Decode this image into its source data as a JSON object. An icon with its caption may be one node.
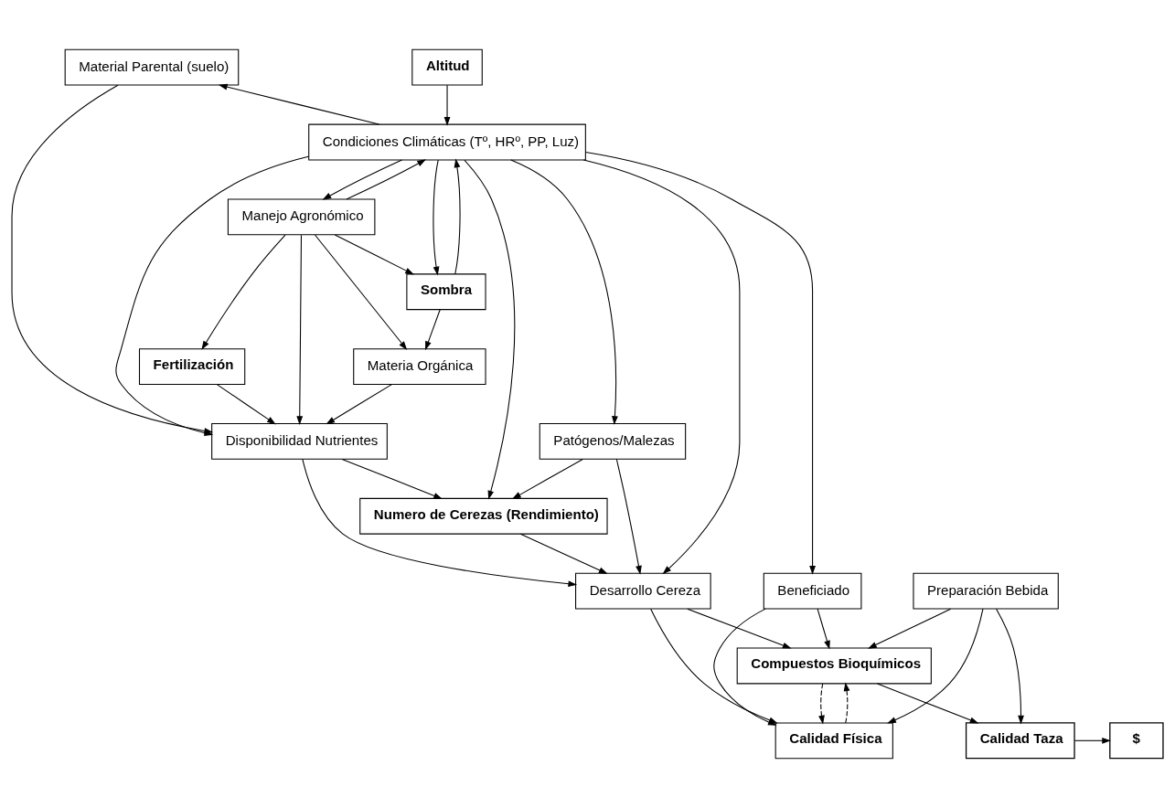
{
  "diagram": {
    "nodes": [
      {
        "text": [
          "Altitud"
        ]
      },
      {
        "text": [
          "Material Parental (suelo)"
        ]
      },
      {
        "text": [
          "Manejo Agronómico"
        ]
      },
      {
        "text": [
          "Sombra"
        ]
      },
      {
        "text": [
          "Materia Orgánica"
        ]
      },
      {
        "text": [
          "Fertilización"
        ]
      },
      {
        "text": [
          "Condiciones Climáticas (Tº, HRº, PP, Luz)"
        ]
      },
      {
        "text": [
          "Disponibilidad Nutrientes"
        ]
      },
      {
        "text": [
          "Beneficiado"
        ]
      },
      {
        "text": [
          "Patógenos/Malezas"
        ]
      },
      {
        "text": [
          "Desarrollo Cereza"
        ]
      },
      {
        "text": [
          "Numero de Cerezas (Rendimiento)"
        ]
      },
      {
        "text": [
          "Compuestos Bioquímicos"
        ]
      },
      {
        "text": [
          "Preparación Bebida"
        ]
      },
      {
        "text": [
          "Calidad Taza"
        ]
      },
      {
        "text": [
          "$"
        ]
      },
      {
        "text": [
          "Calidad Física"
        ]
      }
    ],
    "edges": [
      {
        "from": 0,
        "to": 6,
        "arrow": "to"
      },
      {
        "from": 6,
        "to": 1,
        "arrow": "to"
      },
      {
        "from": 6,
        "to": 2,
        "arrow": "to"
      },
      {
        "from": 2,
        "to": 6,
        "arrow": "to"
      },
      {
        "from": 2,
        "to": 3,
        "arrow": "to"
      },
      {
        "from": 2,
        "to": 4,
        "arrow": "to"
      },
      {
        "from": 2,
        "to": 7,
        "arrow": "to"
      },
      {
        "from": 2,
        "to": 5,
        "arrow": "to"
      },
      {
        "from": 3,
        "to": 4,
        "arrow": "to"
      },
      {
        "from": 6,
        "to": 3,
        "arrow": "to"
      },
      {
        "from": 3,
        "to": 6,
        "arrow": "to"
      },
      {
        "from": 4,
        "to": 7,
        "arrow": "to"
      },
      {
        "from": 5,
        "to": 7,
        "arrow": "to"
      },
      {
        "from": 1,
        "to": 7,
        "arrow": "to"
      },
      {
        "from": 6,
        "to": 7,
        "arrow": "to"
      },
      {
        "from": 6,
        "to": 8,
        "arrow": "to"
      },
      {
        "from": 6,
        "to": 9,
        "arrow": "to"
      },
      {
        "from": 6,
        "to": 10,
        "arrow": "to"
      },
      {
        "from": 6,
        "to": 11,
        "arrow": "to"
      },
      {
        "from": 9,
        "to": 10,
        "arrow": "to"
      },
      {
        "from": 9,
        "to": 11,
        "arrow": "to"
      },
      {
        "from": 7,
        "to": 10,
        "arrow": "to"
      },
      {
        "from": 7,
        "to": 11,
        "arrow": "to"
      },
      {
        "from": 11,
        "to": 10,
        "arrow": "to"
      },
      {
        "from": 10,
        "to": 12,
        "arrow": "to"
      },
      {
        "from": 10,
        "to": 16,
        "arrow": "to"
      },
      {
        "from": 8,
        "to": 12,
        "arrow": "to"
      },
      {
        "from": 8,
        "to": 16,
        "arrow": "to"
      },
      {
        "from": 13,
        "to": 12,
        "arrow": "to"
      },
      {
        "from": 13,
        "to": 16,
        "arrow": "to"
      },
      {
        "from": 12,
        "to": 14,
        "arrow": "to"
      },
      {
        "from": 12,
        "to": 16,
        "arrow": "to",
        "style": "dashed"
      },
      {
        "from": 16,
        "to": 12,
        "arrow": "to",
        "style": "dashed"
      },
      {
        "from": 13,
        "to": 14,
        "arrow": "to"
      },
      {
        "from": 14,
        "to": 15,
        "arrow": "to"
      }
    ]
  }
}
